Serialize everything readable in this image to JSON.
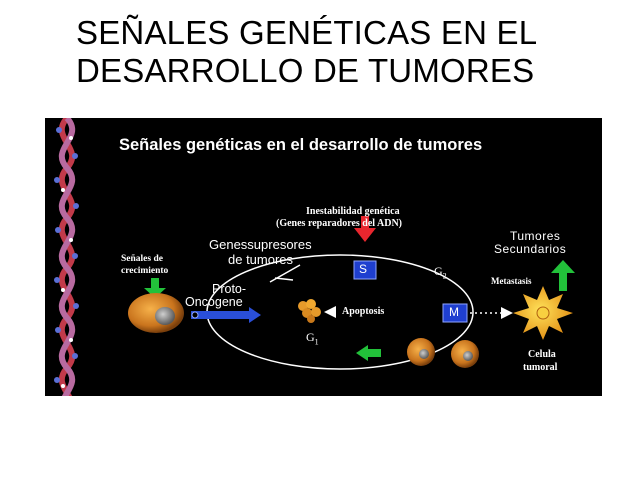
{
  "slide": {
    "title_line1": "SEÑALES GENÉTICAS EN EL",
    "title_line2": "DESARROLLO DE TUMORES"
  },
  "figure": {
    "header": "Señales genéticas en el desarrollo de tumores",
    "inestabilidad_1": "Inestabilidad genética",
    "inestabilidad_2": "(Genes reparadores del ADN)",
    "supresores_1": "Genessupresores",
    "supresores_2": "de tumores",
    "senales_1": "Señales de",
    "senales_2": "crecimiento",
    "proto_1": "Proto-",
    "proto_2": "Oncogene",
    "apoptosis": "Apoptosis",
    "phase_s": "S",
    "phase_m": "M",
    "phase_g2": "G",
    "phase_g2_sub": "2",
    "phase_g1": "G",
    "phase_g1_sub": "1",
    "tumores_1": "Tumores",
    "tumores_2": "Secundarios",
    "metastasis": "Metastasis",
    "celula_1": "Celula",
    "celula_2": "tumoral",
    "colors": {
      "background": "#000000",
      "arrow_red": "#e8262e",
      "arrow_green": "#22c13a",
      "arrow_blue": "#2a4fd8",
      "phase_box": "#1f3fd0",
      "cell_orange": "#d9892a",
      "tumor_cell": "#f2b21a"
    }
  }
}
